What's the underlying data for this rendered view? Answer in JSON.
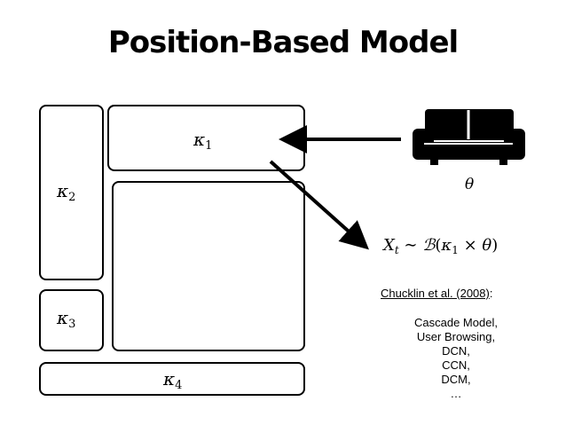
{
  "slide": {
    "title": "Position-Based Model",
    "slots": [
      {
        "symbol": "κ",
        "index": "1"
      },
      {
        "symbol": "κ",
        "index": "2"
      },
      {
        "symbol": "κ",
        "index": "3"
      },
      {
        "symbol": "κ",
        "index": "4"
      }
    ],
    "theta_label": "θ",
    "formula": {
      "lhs": "X",
      "lhs_sub": "t",
      "relation": "∼",
      "dist": "ℬ",
      "open": "(",
      "kappa": "κ",
      "kappa_sub": "1",
      "times": "×",
      "theta": "θ",
      "close": ")"
    },
    "citation": "Chucklin et al. (2008)",
    "citation_suffix": ":",
    "models": [
      "Cascade Model,",
      "User Browsing,",
      "DCN,",
      "CCN,",
      "DCM,",
      "…"
    ],
    "icon": "couch-icon"
  }
}
